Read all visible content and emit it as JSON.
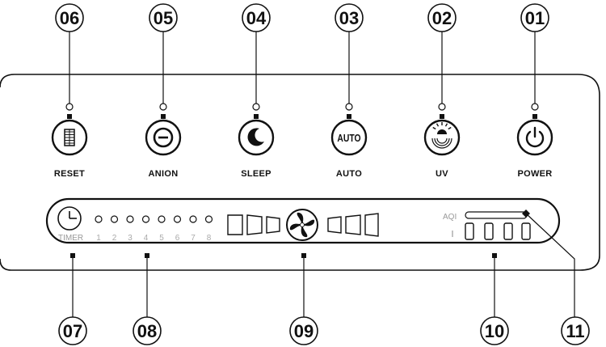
{
  "callouts": {
    "top": [
      "06",
      "05",
      "04",
      "03",
      "02",
      "01"
    ],
    "bottom": [
      "07",
      "08",
      "09",
      "10",
      "11"
    ]
  },
  "buttons": [
    {
      "label": "RESET",
      "icon": "filter-reset-icon"
    },
    {
      "label": "ANION",
      "icon": "anion-icon"
    },
    {
      "label": "SLEEP",
      "icon": "moon-icon"
    },
    {
      "label": "AUTO",
      "icon": "auto-icon",
      "icon_text": "AUTO"
    },
    {
      "label": "UV",
      "icon": "uv-lamp-icon"
    },
    {
      "label": "POWER",
      "icon": "power-icon"
    }
  ],
  "timer": {
    "label": "TIMER",
    "icon": "clock-icon",
    "hours": [
      "1",
      "2",
      "3",
      "4",
      "5",
      "6",
      "7",
      "8"
    ]
  },
  "fan": {
    "icon": "fan-icon"
  },
  "aqi": {
    "label": "AQI"
  },
  "colors": {
    "line": "#111111",
    "faint": "#999999"
  }
}
